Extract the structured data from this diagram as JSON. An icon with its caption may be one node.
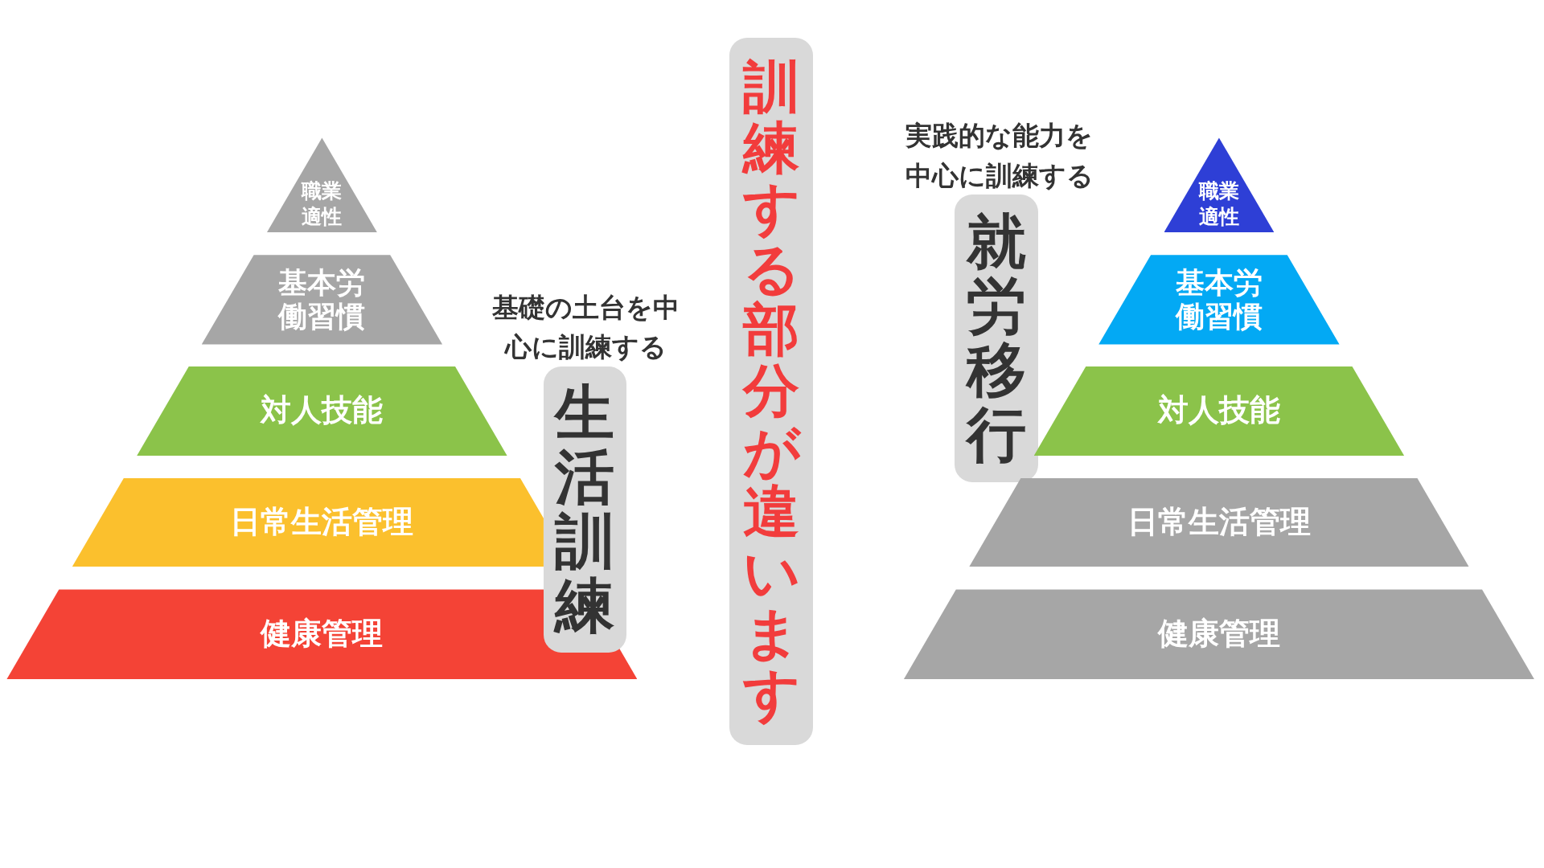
{
  "diagram": {
    "nodes": [
      {
        "text": [
          "職業適性"
        ]
      },
      {
        "text": [
          "基本労働習慣"
        ]
      },
      {
        "text": [
          "対人技能"
        ]
      },
      {
        "text": [
          "日常生活管理"
        ]
      },
      {
        "text": [
          "健康管理"
        ]
      },
      {
        "text": [
          "生活訓練"
        ],
        "beside": [
          "基礎の土台を中心に訓練する"
        ]
      },
      {
        "text": [
          "訓練する部分が違います"
        ]
      },
      {
        "text": [
          "就労移行"
        ],
        "beside": [
          "実践的な能力を中心に訓練する"
        ]
      },
      {
        "text": [
          "職業適性"
        ]
      },
      {
        "text": [
          "基本労働習慣"
        ]
      },
      {
        "text": [
          "対人技能"
        ]
      },
      {
        "text": [
          "日常生活管理"
        ]
      },
      {
        "text": [
          "健康管理"
        ]
      }
    ]
  }
}
